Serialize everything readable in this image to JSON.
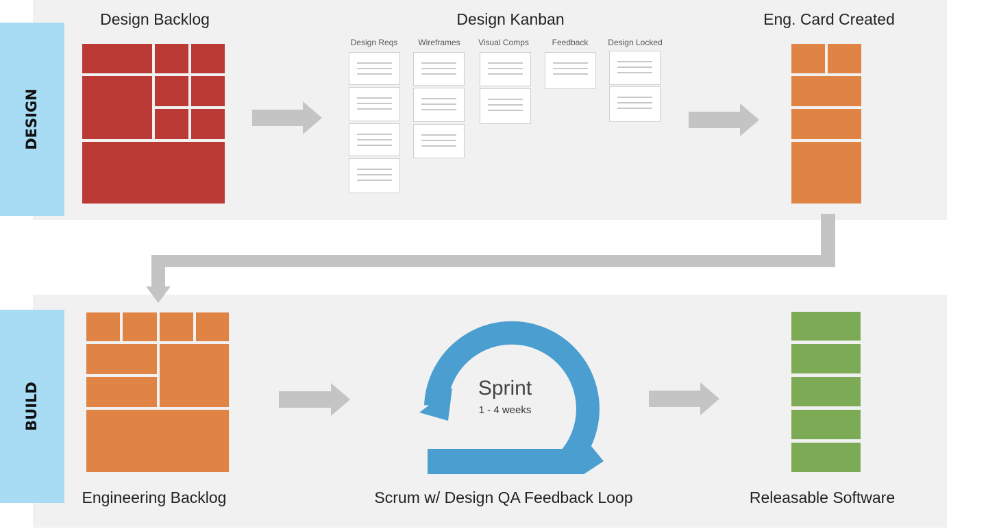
{
  "sections": {
    "design_label": "DESIGN",
    "build_label": "BUILD"
  },
  "design": {
    "backlog_title": "Design Backlog",
    "kanban_title": "Design Kanban",
    "kanban_columns": [
      "Design Reqs",
      "Wireframes",
      "Visual Comps",
      "Feedback",
      "Design Locked"
    ],
    "kanban_card_counts": [
      4,
      3,
      2,
      1,
      2
    ],
    "eng_card_title": "Eng. Card Created"
  },
  "build": {
    "backlog_title": "Engineering Backlog",
    "sprint_title": "Sprint",
    "sprint_duration": "1 - 4 weeks",
    "scrum_title": "Scrum w/ Design QA Feedback Loop",
    "release_title": "Releasable Software"
  },
  "colors": {
    "design_backlog": "#bb3a35",
    "engineering": "#e08445",
    "releasable": "#7dab55",
    "sprint_arrow": "#4a9fd0",
    "arrow": "#c4c4c4",
    "section_tab": "#a8dcf5"
  }
}
